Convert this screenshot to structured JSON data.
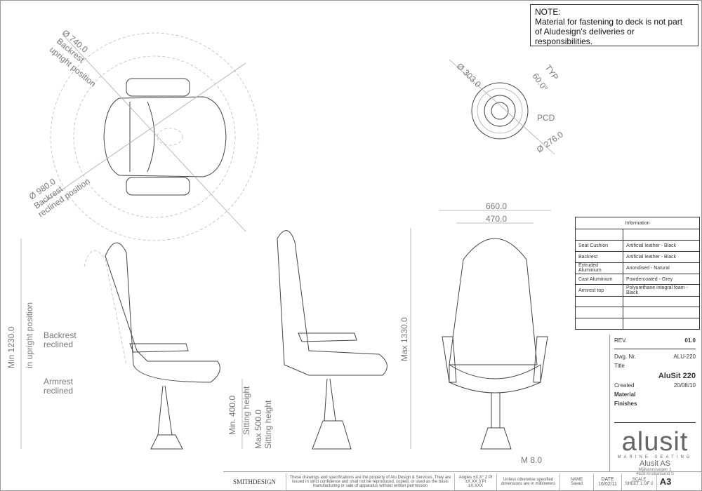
{
  "note": {
    "title": "NOTE:",
    "line1": "Material for fastening to deck is not part",
    "line2": "of Aludesign's deliveries or responsibilities."
  },
  "dims": {
    "d740": "Ø 740.0",
    "backrest": "Backrest",
    "upright": "upright position",
    "d980": "Ø 980.0",
    "reclined": "reclined position",
    "d303": "Ø 303.0",
    "angle": "60.0°",
    "typ": "TYP",
    "pcd": "PCD",
    "d276": "Ø 276.0",
    "w660": "660.0",
    "w470": "470.0",
    "max1330": "Max 1330.0",
    "min1230": "Min 1230.0",
    "in_upright": "in upright position",
    "backrest_reclined_1": "Backrest",
    "backrest_reclined_2": "reclined",
    "armrest_reclined_1": "Armrest",
    "armrest_reclined_2": "reclined",
    "min400": "Min. 400.0",
    "max500": "Max 500.0",
    "sitting": "Sitting height",
    "m8": "M 8.0"
  },
  "info": {
    "header": "Information",
    "rows": [
      [
        "",
        ""
      ],
      [
        "Seat Cushion",
        "Artificial leather - Black"
      ],
      [
        "Backrest",
        "Artificial leather - Black"
      ],
      [
        "Extruded Aluminium",
        "Anondised - Natural"
      ],
      [
        "Cast Aluminium",
        "Powdercoated - Grey"
      ],
      [
        "Armrest top",
        "Polyurethane integral foam - Black"
      ],
      [
        "",
        ""
      ],
      [
        "",
        ""
      ],
      [
        "",
        ""
      ]
    ]
  },
  "title_block": {
    "rev_label": "REV.",
    "rev": "01.0",
    "dwg_label": "Dwg. Nr.",
    "dwg": "ALU-220",
    "title_label": "Title",
    "title": "AluSit 220",
    "created_label": "Created",
    "created": "20/08/10",
    "material_label": "Material",
    "finishes_label": "Finishes",
    "logo": "alusit",
    "tagline": "MARINE SEATING",
    "company": "Alusit AS",
    "addr1": "Mjåvannsvegen 1",
    "addr2": "4628 Kristiansand S"
  },
  "bottom": {
    "brand": "SMITHDESIGN",
    "legal": "These drawings and specifications are the property of Alu Design & Services. They are issued in strict confidence and shall not be reproduced, copied, or used as the basis manufacturing or sale of apparatus without written permission",
    "tol": "Angles ±X.X° 2 Pl ±X.XX 3 Pl ±X.XXX",
    "units": "Unless otherwise specified dimensions are in millimeters",
    "name_label": "NAME",
    "name": "Saved",
    "date_label": "DATE",
    "date": "16/02/11",
    "scale_label": "SCALE",
    "sheet": "SHEET 1 OF 2",
    "size": "A3"
  }
}
